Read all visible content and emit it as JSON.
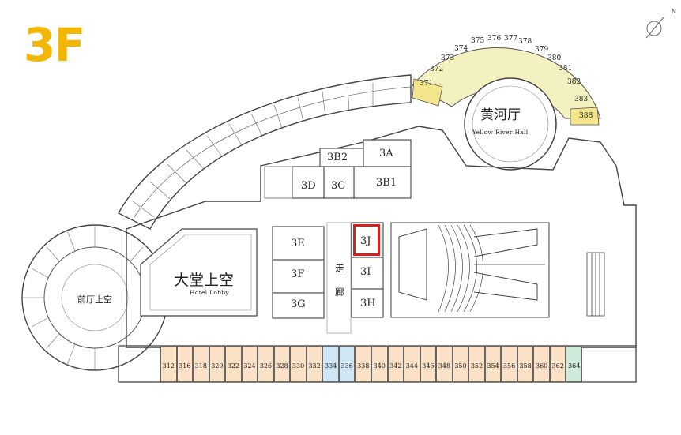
{
  "floor_label": "3F",
  "compass_label": "N",
  "selected_room": "3J",
  "colors": {
    "guest_rooms": "#fbe2c6",
    "special_rooms": "#cfe6f5",
    "green_room": "#cdebd8",
    "yellow_wing": "#f4f1c0",
    "highlight_yellow": "#f2e58b",
    "selection": "#e01b1b",
    "badge": "#f2b705"
  },
  "halls": {
    "yellow_river_cn": "黄河厅",
    "yellow_river_en": "Yellow River Hall",
    "lobby_cn": "大堂上空",
    "lobby_en": "Hotel Lobby",
    "front_hall_cn": "前厅上空",
    "corridor_cn_1": "走",
    "corridor_cn_2": "廊"
  },
  "meeting_rooms": {
    "r3A": "3A",
    "r3B1": "3B1",
    "r3B2": "3B2",
    "r3C": "3C",
    "r3D": "3D",
    "r3E": "3E",
    "r3F": "3F",
    "r3G": "3G",
    "r3H": "3H",
    "r3I": "3I",
    "r3J": "3J"
  },
  "bottom_rooms": [
    "312",
    "316",
    "318",
    "320",
    "322",
    "324",
    "326",
    "328",
    "330",
    "332",
    "334",
    "336",
    "338",
    "340",
    "342",
    "344",
    "346",
    "348",
    "350",
    "352",
    "354",
    "356",
    "358",
    "360",
    "362",
    "364"
  ],
  "arc_rooms": [
    "371",
    "372",
    "373",
    "374",
    "375",
    "376",
    "377",
    "378",
    "379",
    "380",
    "381",
    "382",
    "383",
    "388"
  ]
}
